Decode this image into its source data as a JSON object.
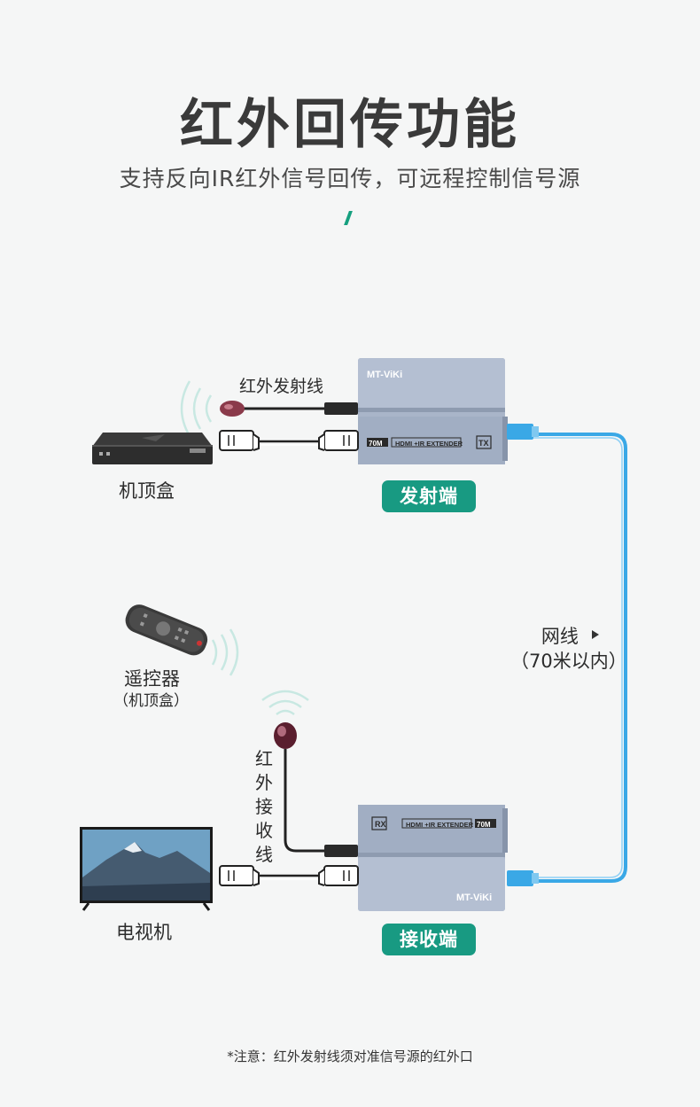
{
  "header": {
    "title": "红外回传功能",
    "subtitle": "支持反向IR红外信号回传，可远程控制信号源"
  },
  "transmitter": {
    "brand": "MT-ViKi",
    "model_label": "70M",
    "product_text": "HDMI +IR EXTENDER",
    "tag": "TX",
    "badge": "发射端",
    "ir_cable_label": "红外发射线"
  },
  "receiver": {
    "brand": "MT-ViKi",
    "model_label": "70M",
    "product_text": "HDMI +IR EXTENDER",
    "tag": "RX",
    "badge": "接收端",
    "ir_cable_label": "红外接收线"
  },
  "devices": {
    "set_top_box": "机顶盒",
    "remote": "遥控器",
    "remote_note": "（机顶盒）",
    "tv": "电视机"
  },
  "network": {
    "label": "网线",
    "range": "（70米以内）"
  },
  "colors": {
    "accent": "#189a82",
    "cable_blue": "#3aa8e6",
    "extender_body": "#a9b5c9"
  },
  "footnote": "*注意：红外发射线须对准信号源的红外口"
}
